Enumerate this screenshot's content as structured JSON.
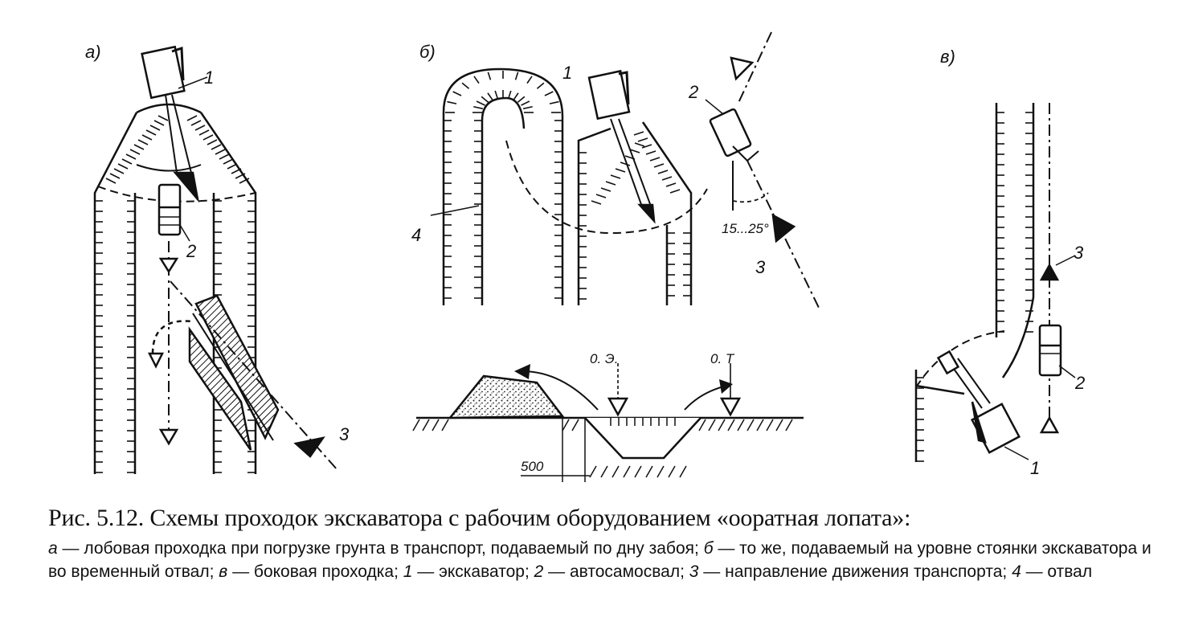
{
  "panels": {
    "a": {
      "label": "а)",
      "n1": "1",
      "n2": "2",
      "n3": "3"
    },
    "b": {
      "label": "б)",
      "n1": "1",
      "n2": "2",
      "n3": "3",
      "n4": "4",
      "angle": "15...25°",
      "oe": "0. Э.",
      "ot": "0. Т",
      "dim": "500"
    },
    "v": {
      "label": "в)",
      "n1": "1",
      "n2": "2",
      "n3": "3"
    }
  },
  "caption": {
    "title": "Рис.  5.12. Схемы проходок экскаватора с рабочим оборудованием «ооратная лопата»:",
    "items": [
      {
        "key": "а",
        "sep": " — ",
        "text": "лобовая проходка при погрузке грунта в транспорт, подаваемый по дну забоя; "
      },
      {
        "key": "б",
        "sep": " — ",
        "text": "то же, подаваемый на уровне стоянки экскаватора и во временный отвал; "
      },
      {
        "key": "в",
        "sep": " — ",
        "text": "боковая проходка; "
      },
      {
        "key": "1",
        "sep": " — ",
        "text": "экскаватор; "
      },
      {
        "key": "2",
        "sep": " — ",
        "text": "автосамосвал; "
      },
      {
        "key": "3",
        "sep": " — ",
        "text": "направление движения транспорта; "
      },
      {
        "key": "4",
        "sep": " — ",
        "text": "отвал"
      }
    ]
  }
}
